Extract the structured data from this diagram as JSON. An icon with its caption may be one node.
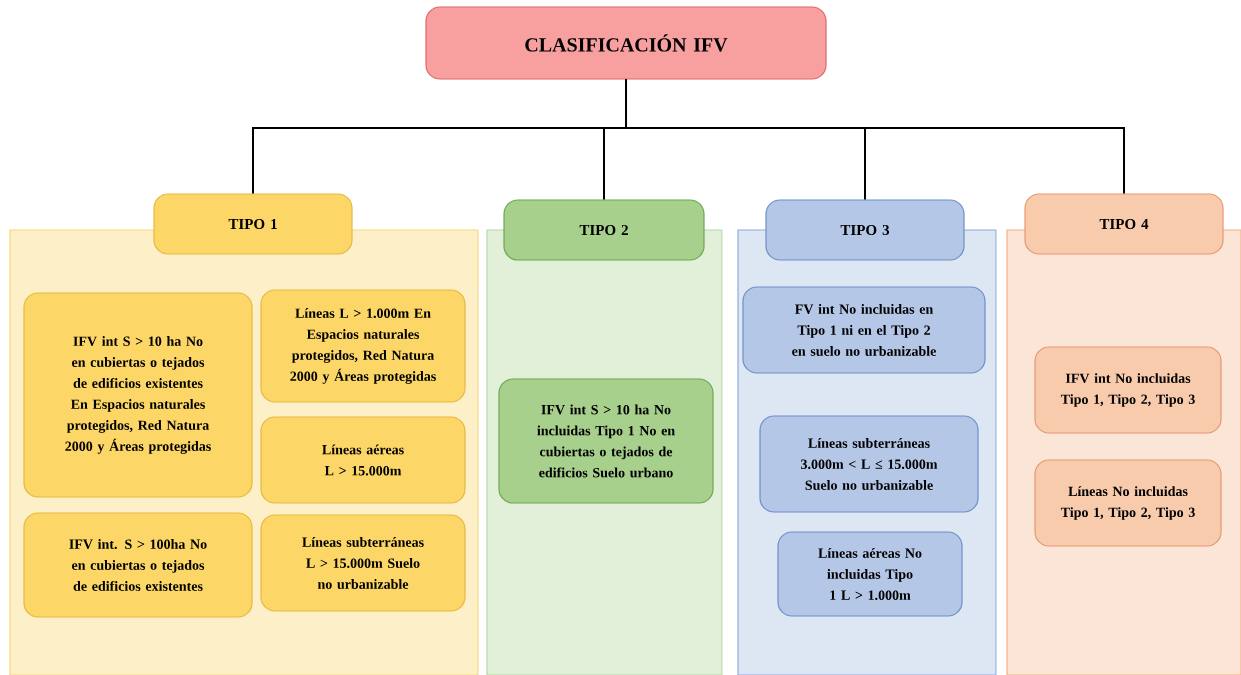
{
  "diagram": {
    "nodes": [
      {
        "text": [
          "CLASIFICACIÓN IFV"
        ]
      },
      {
        "text": [
          "TIPO 1"
        ]
      },
      {
        "text": [],
        "shape": "box"
      },
      {
        "text": [
          "IFV int S > 10 ha No en cubiertas o tejados de edificios existentes En Espacios naturales protegidos, Red Natura 2000 y Áreas protegidas"
        ],
        "in": 2
      },
      {
        "text": [
          "Líneas L > 1.000m En Espacios naturales protegidos, Red Natura 2000 y Áreas protegidas"
        ],
        "in": 2
      },
      {
        "text": [
          "Líneas aéreas L > 15.000m"
        ],
        "in": 2
      },
      {
        "text": [
          "IFV int. S > 100ha No en cubiertas o tejados de edificios existentes"
        ],
        "in": 2
      },
      {
        "text": [
          "Líneas subterráneas L > 15.000m Suelo no urbanizable"
        ],
        "in": 2
      },
      {
        "text": [
          "TIPO 2"
        ]
      },
      {
        "text": [],
        "shape": "box"
      },
      {
        "text": [
          "IFV int S > 10 ha No incluidas Tipo 1 No en cubiertas o tejados de edificios Suelo urbano"
        ],
        "in": 9
      },
      {
        "text": [
          "TIPO 3"
        ]
      },
      {
        "text": [],
        "shape": "box"
      },
      {
        "text": [
          "FV int No incluidas en Tipo 1 ni en el Tipo 2 en suelo no urbanizable"
        ],
        "in": 12
      },
      {
        "text": [
          "Líneas subterráneas 3.000m < L ≤ 15.000m Suelo no urbanizable"
        ],
        "in": 12
      },
      {
        "text": [
          "Líneas aéreas No incluidas Tipo 1 L > 1.000m"
        ],
        "in": 12
      },
      {
        "text": [
          "TIPO 4"
        ]
      },
      {
        "text": [],
        "shape": "box"
      },
      {
        "text": [
          "IFV int No incluidas Tipo 1, Tipo 2, Tipo 3"
        ],
        "in": 17
      },
      {
        "text": [
          "Líneas No incluidas Tipo 1, Tipo 2, Tipo 3"
        ],
        "in": 17
      }
    ],
    "edges": [
      {
        "from": 0,
        "to": 1,
        "arrow": "none"
      },
      {
        "from": 0,
        "to": 8,
        "arrow": "none"
      },
      {
        "from": 0,
        "to": 11,
        "arrow": "none"
      },
      {
        "from": 0,
        "to": 16,
        "arrow": "none"
      }
    ]
  }
}
